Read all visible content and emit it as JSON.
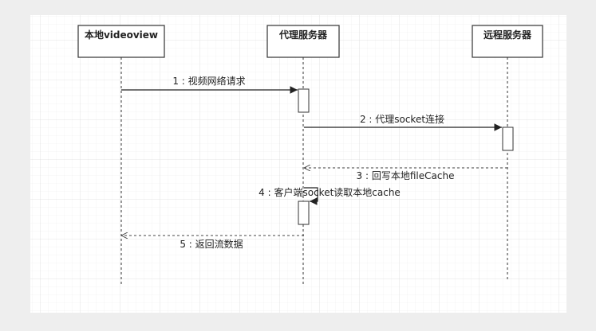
{
  "participants": [
    {
      "id": "local",
      "label": "本地videoview"
    },
    {
      "id": "proxy",
      "label": "代理服务器"
    },
    {
      "id": "remote",
      "label": "远程服务器"
    }
  ],
  "messages": [
    {
      "label": "1 : 视频网络请求",
      "from": "local",
      "to": "proxy",
      "kind": "sync"
    },
    {
      "label": "2 : 代理socket连接",
      "from": "proxy",
      "to": "remote",
      "kind": "sync"
    },
    {
      "label": "3 : 回写本地fileCache",
      "from": "remote",
      "to": "proxy",
      "kind": "return"
    },
    {
      "label": "4 : 客户端socket读取本地cache",
      "from": "proxy",
      "to": "proxy",
      "kind": "self"
    },
    {
      "label": "5 : 返回流数据",
      "from": "proxy",
      "to": "local",
      "kind": "return"
    }
  ],
  "colors": {
    "background": "#eeeeee",
    "paper": "#ffffff",
    "grid": "#e3e3e3",
    "stroke": "#333333",
    "header_fill": "#ffffff",
    "text": "#222222"
  }
}
